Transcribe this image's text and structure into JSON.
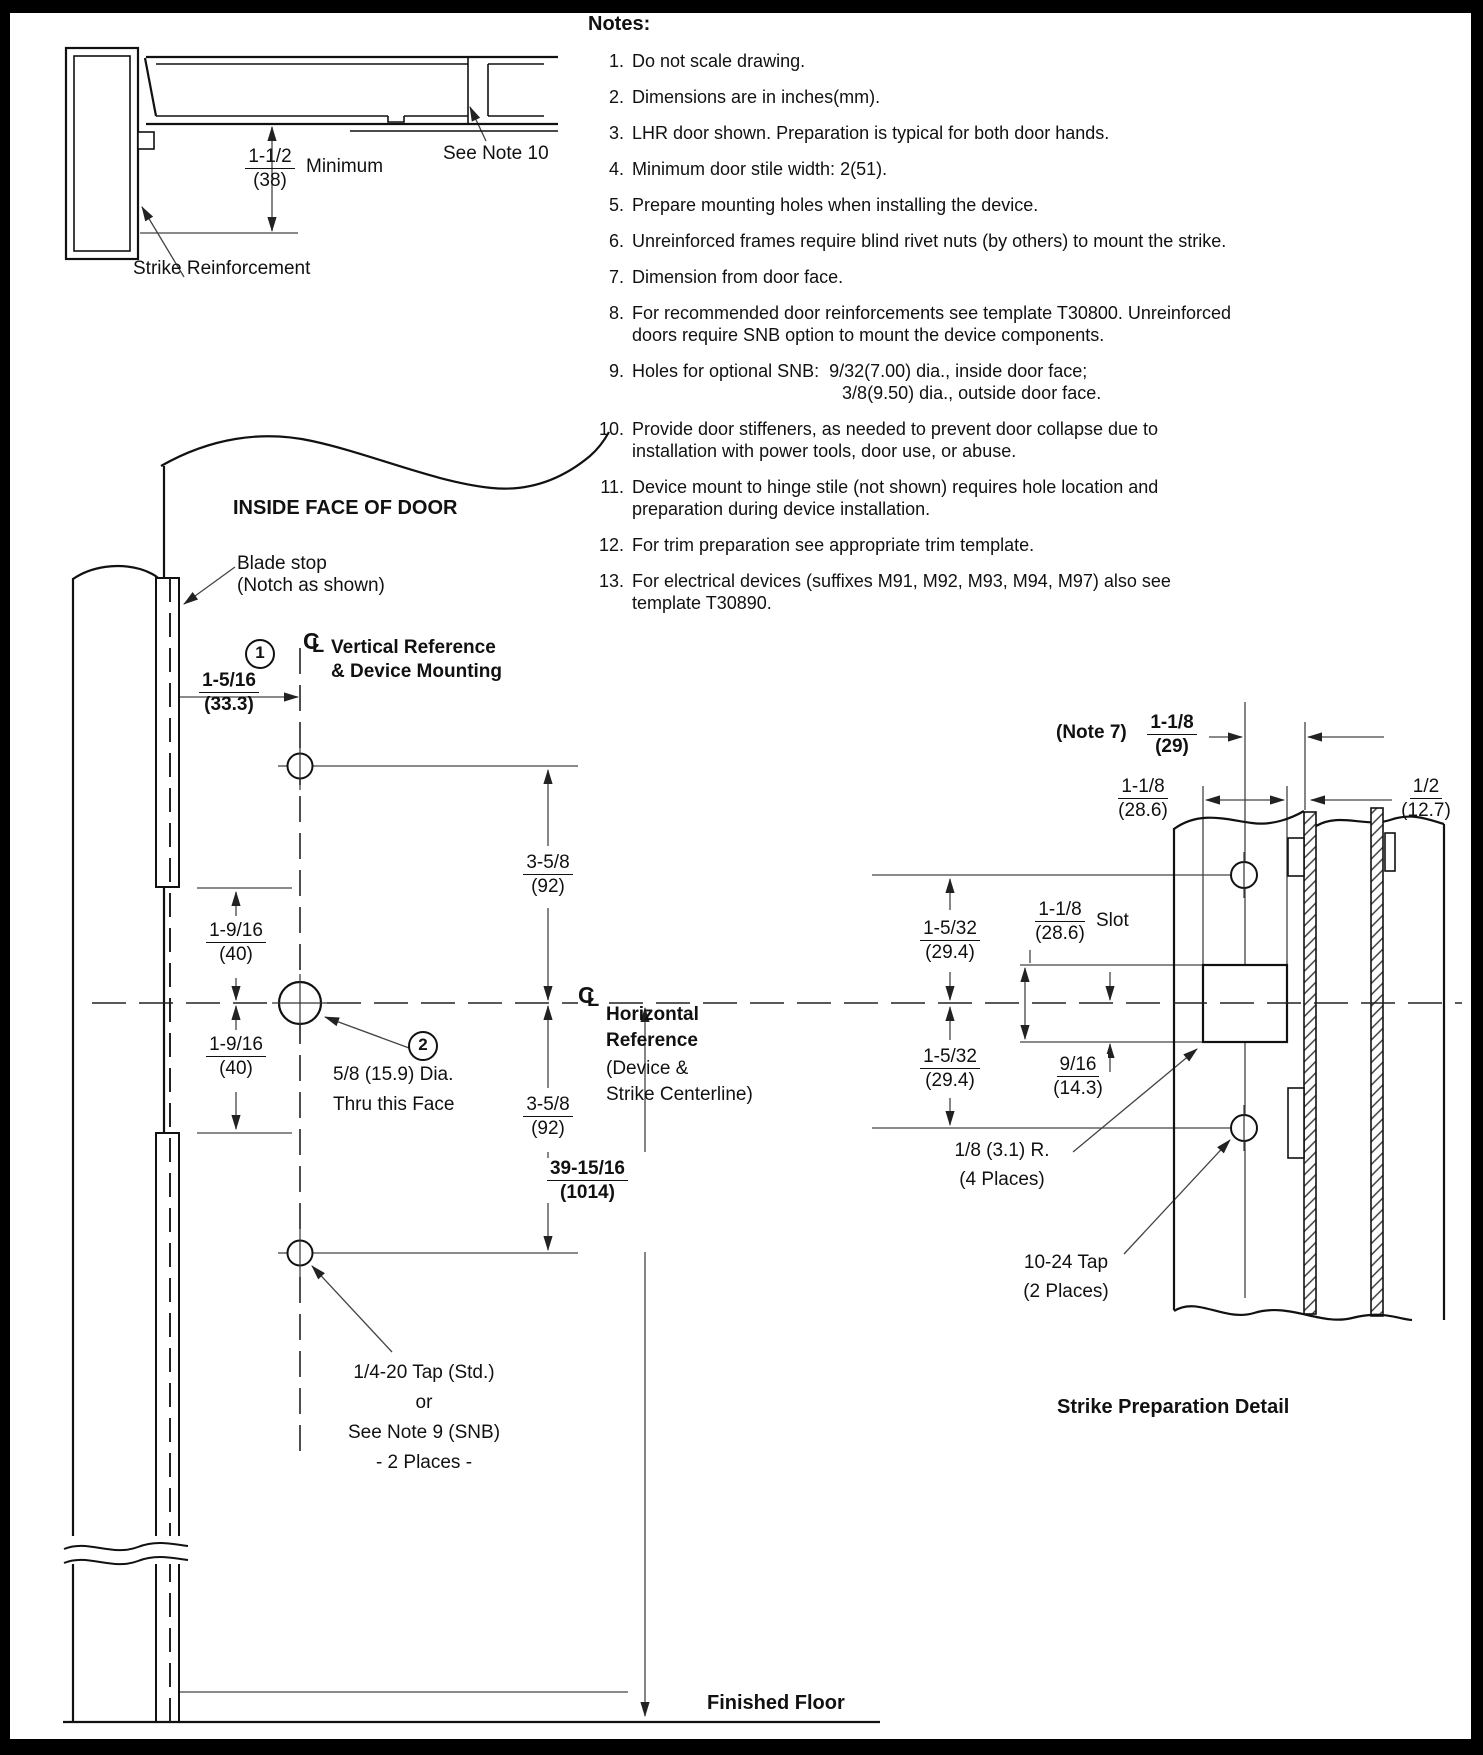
{
  "colors": {
    "line": "#111111",
    "dim": "#444444",
    "background": "#ffffff"
  },
  "symbols": {
    "c": "C",
    "l": "L"
  },
  "notes": {
    "title": "Notes:",
    "items": [
      {
        "num": "1.",
        "text": "Do not scale drawing."
      },
      {
        "num": "2.",
        "text": "Dimensions are in inches(mm)."
      },
      {
        "num": "3.",
        "text": "LHR door shown. Preparation is typical for both door hands."
      },
      {
        "num": "4.",
        "text": "Minimum door stile width: 2(51)."
      },
      {
        "num": "5.",
        "text": "Prepare mounting holes when installing the device."
      },
      {
        "num": "6.",
        "text": "Unreinforced frames require blind rivet nuts (by others) to mount the strike."
      },
      {
        "num": "7.",
        "text": "Dimension from door face."
      },
      {
        "num": "8.",
        "text": "For recommended door reinforcements see template T30800. Unreinforced\ndoors require SNB option to mount the device components."
      },
      {
        "num": "9.",
        "text": "Holes for optional SNB:  9/32(7.00) dia., inside door face;\n                                          3/8(9.50) dia., outside door face."
      },
      {
        "num": "10.",
        "text": "Provide door stiffeners, as needed to prevent door collapse due to\ninstallation with power tools, door use, or abuse."
      },
      {
        "num": "11.",
        "text": "Device mount to hinge stile (not shown) requires hole location and\npreparation during device installation."
      },
      {
        "num": "12.",
        "text": "For trim preparation see appropriate trim template."
      },
      {
        "num": "13.",
        "text": "For electrical devices (suffixes M91, M92, M93, M94, M97) also see\ntemplate T30890."
      }
    ]
  },
  "top_detail": {
    "dim_reinforcement": {
      "top": "1-1/2",
      "bottom": "(38)"
    },
    "minimum_label": "Minimum",
    "see_note_label": "See Note 10",
    "strike_reinforcement_label": "Strike Reinforcement"
  },
  "door_view": {
    "title": "INSIDE FACE OF DOOR",
    "blade_stop_label": "Blade stop\n(Notch as shown)",
    "callout_1": "1",
    "callout_2": "2",
    "vertical_ref_label": "Vertical Reference\n& Device Mounting",
    "horizontal_ref_bold": "Horizontal\nReference",
    "horizontal_ref_normal": "(Device &\nStrike Centerline)",
    "hole_dia_label": "5/8 (15.9) Dia.\nThru this Face",
    "tap_label": "1/4-20 Tap (Std.)\nor\nSee Note 9 (SNB)\n- 2 Places -",
    "finished_floor_label": "Finished Floor",
    "dims": {
      "stile_inset": {
        "top": "1-5/16",
        "bottom": "(33.3)"
      },
      "top_hole": {
        "top": "3-5/8",
        "bottom": "(92)"
      },
      "bottom_hole": {
        "top": "3-5/8",
        "bottom": "(92)"
      },
      "blade_above": {
        "top": "1-9/16",
        "bottom": "(40)"
      },
      "blade_below": {
        "top": "1-9/16",
        "bottom": "(40)"
      },
      "floor": {
        "top": "39-15/16",
        "bottom": "(1014)"
      }
    }
  },
  "strike_detail": {
    "title": "Strike Preparation Detail",
    "note7_label": "(Note 7)",
    "slot_label": "Slot",
    "radius_label": "1/8 (3.1) R.\n(4 Places)",
    "tap_label": "10-24 Tap\n(2 Places)",
    "dims": {
      "device_inset": {
        "top": "1-1/8",
        "bottom": "(29)"
      },
      "strike_inset": {
        "top": "1-1/8",
        "bottom": "(28.6)"
      },
      "frame_return": {
        "top": "1/2",
        "bottom": "(12.7)"
      },
      "above_cl": {
        "top": "1-5/32",
        "bottom": "(29.4)"
      },
      "below_cl": {
        "top": "1-5/32",
        "bottom": "(29.4)"
      },
      "slot_width": {
        "top": "1-1/8",
        "bottom": "(28.6)"
      },
      "slot_half": {
        "top": "9/16",
        "bottom": "(14.3)"
      }
    }
  }
}
